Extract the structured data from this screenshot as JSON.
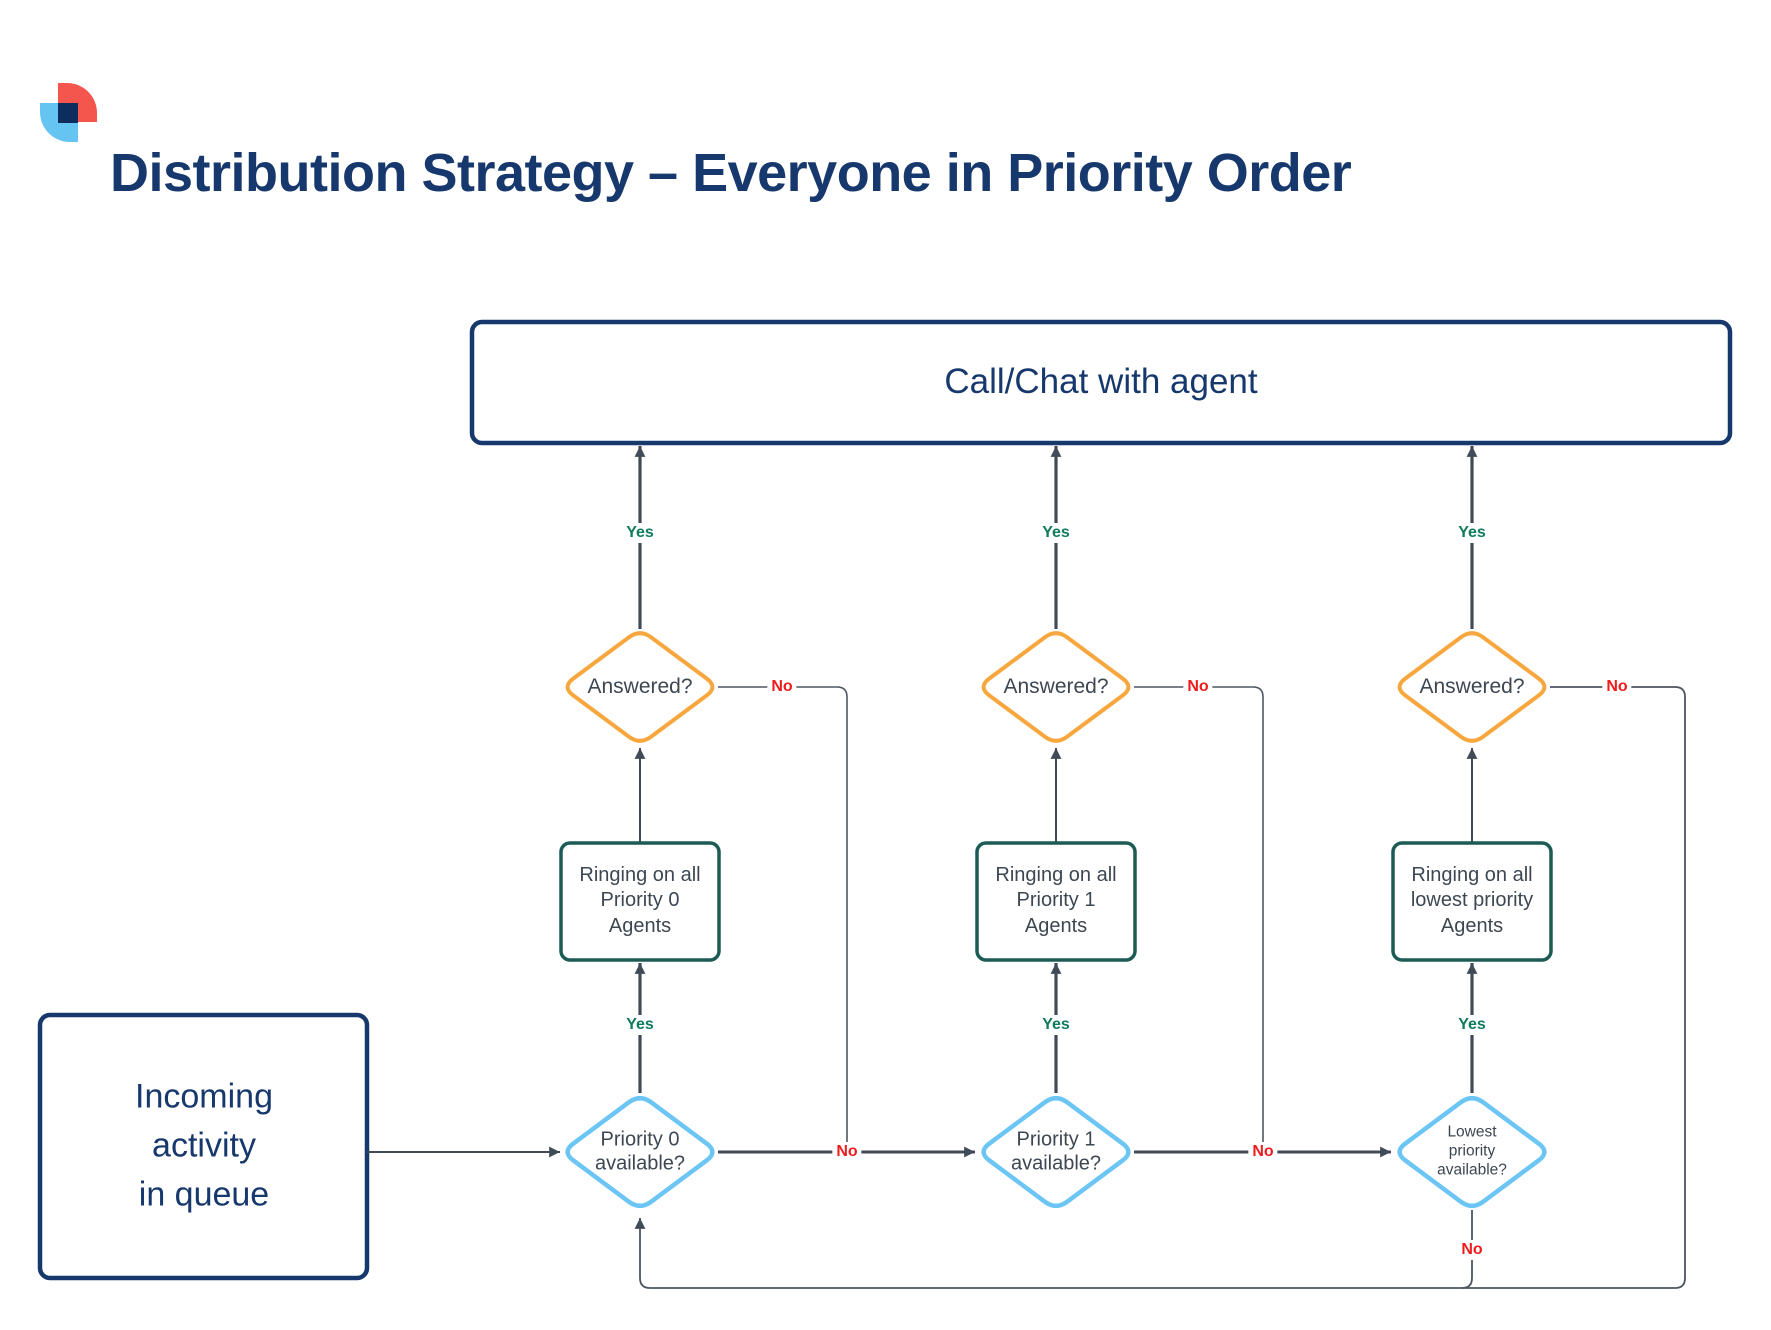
{
  "title": "Distribution Strategy – Everyone in Priority Order",
  "colors": {
    "navy": "#17386d",
    "orange_diamond": "#f7a73d",
    "blue_diamond": "#6cc5f4",
    "teal_box": "#1d5c54",
    "arrow": "#414b57",
    "yes_green": "#0e7c5b",
    "no_red": "#ee1c1c",
    "logo_red": "#f4564e",
    "logo_blue": "#66c4f2",
    "logo_navy": "#0d2d5e"
  },
  "nodes": {
    "call_chat": {
      "label": "Call/Chat with agent"
    },
    "incoming": {
      "label": "Incoming\nactivity\nin queue"
    },
    "columns": [
      {
        "answered": "Answered?",
        "ringing": "Ringing on all\nPriority 0\nAgents",
        "available": "Priority 0\navailable?"
      },
      {
        "answered": "Answered?",
        "ringing": "Ringing on all\nPriority 1\nAgents",
        "available": "Priority 1\navailable?"
      },
      {
        "answered": "Answered?",
        "ringing": "Ringing on all\nlowest priority\nAgents",
        "available": "Lowest\npriority\navailable?"
      }
    ]
  },
  "labels": {
    "yes": "Yes",
    "no": "No"
  }
}
